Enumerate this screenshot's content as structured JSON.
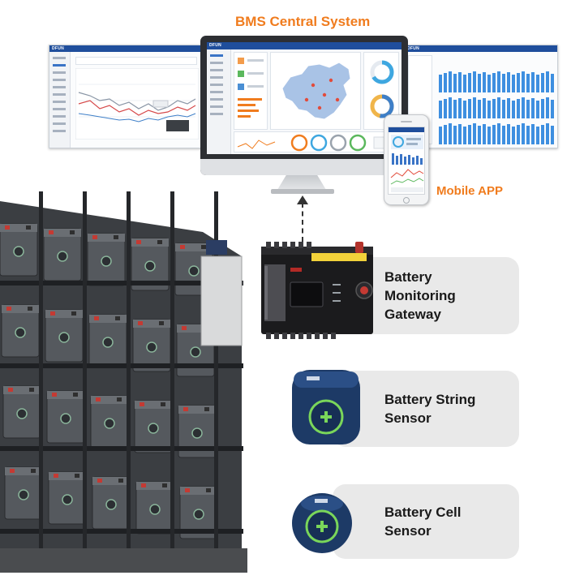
{
  "headings": {
    "central_system": "BMS Central System",
    "mobile_app": "Mobile APP"
  },
  "screen_logo": "DFUN",
  "components": [
    {
      "lines": [
        "Battery",
        "Monitoring",
        "Gateway"
      ]
    },
    {
      "lines": [
        "Battery String",
        "Sensor"
      ]
    },
    {
      "lines": [
        "Battery Cell",
        "Sensor"
      ]
    }
  ],
  "colors": {
    "accent_orange": "#f07c1e",
    "screen_blue": "#1f4e9c",
    "sensor_navy": "#1d3a66",
    "sensor_ring_green": "#7ad65a",
    "label_bar_gray": "#e9e9e9"
  },
  "icons": {
    "connection_arrow": "dashed-up-arrow",
    "sensor_button": "plus-in-circle"
  }
}
